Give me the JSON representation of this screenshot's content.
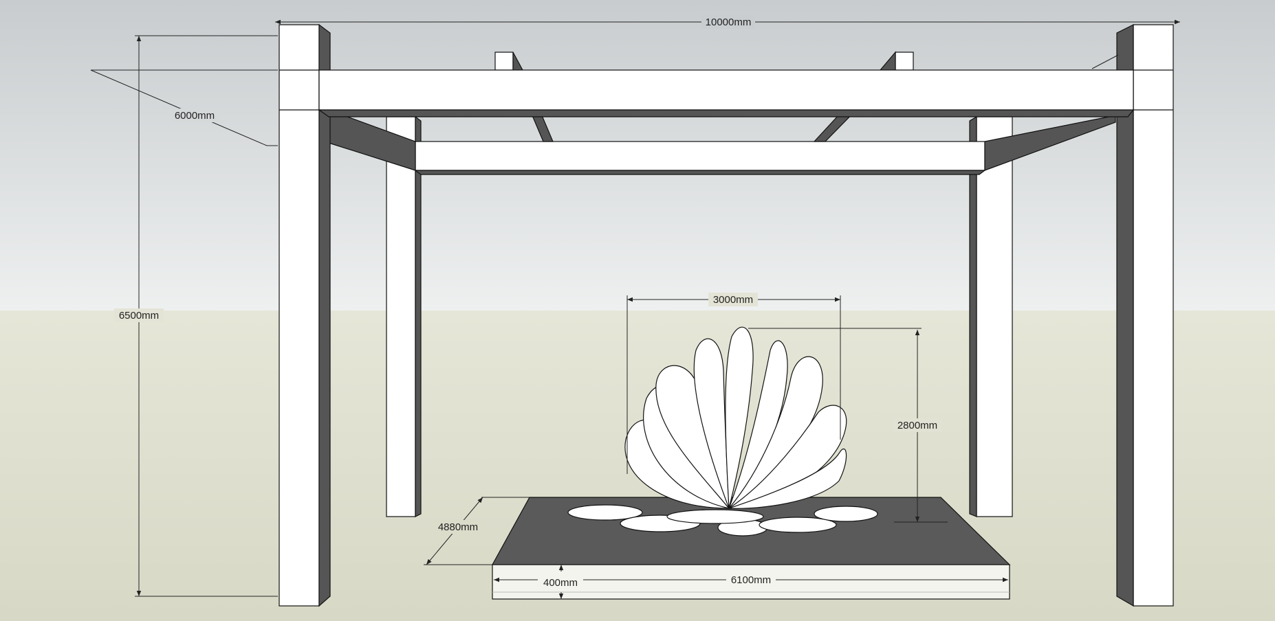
{
  "dimensions": {
    "overall_width": "10000mm",
    "depth": "6000mm",
    "height": "6500mm",
    "sculpture_width": "3000mm",
    "sculpture_height": "2800mm",
    "base_depth": "4880mm",
    "base_width": "6100mm",
    "base_thickness": "400mm"
  },
  "colors": {
    "sky_top": "#c8ccce",
    "sky_bottom": "#eef0f0",
    "ground": "#dcdccb",
    "beam_face": "#ffffff",
    "beam_shadow": "#555555",
    "base_top": "#5a5a5a"
  }
}
